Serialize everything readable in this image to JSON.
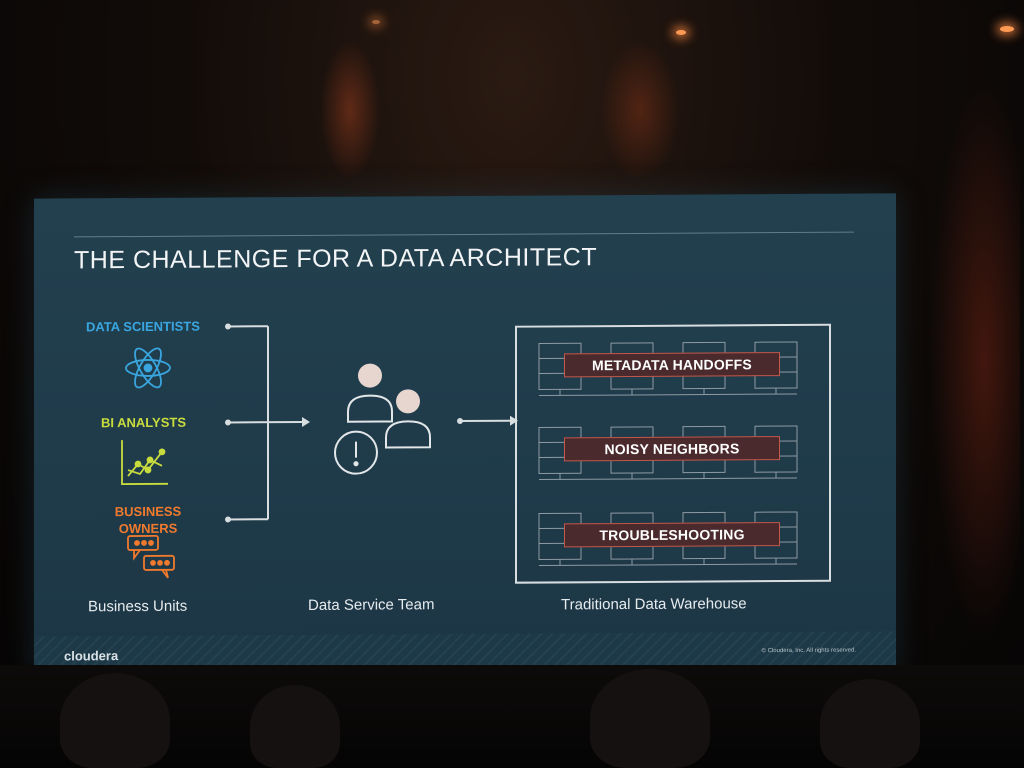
{
  "slide": {
    "title": "THE CHALLENGE FOR A DATA ARCHITECT",
    "groups": [
      {
        "label": "DATA SCIENTISTS",
        "icon": "atom-icon",
        "color": "#39a6e0"
      },
      {
        "label": "BI ANALYSTS",
        "icon": "line-chart-icon",
        "color": "#c9dc3e"
      },
      {
        "label": "BUSINESS OWNERS",
        "icon": "chat-bubbles-icon",
        "color": "#ef7a2e"
      }
    ],
    "columns": {
      "business_units": "Business Units",
      "data_service_team": "Data Service Team",
      "traditional_dw": "Traditional Data Warehouse"
    },
    "warehouse_issues": [
      "METADATA HANDOFFS",
      "NOISY NEIGHBORS",
      "TROUBLESHOOTING"
    ],
    "footer": {
      "brand": "cloudera",
      "copyright": "© Cloudera, Inc. All rights reserved."
    }
  },
  "colors": {
    "slide_background": "#23404f",
    "issue_bar": "#4a2a2c",
    "issue_border": "#c0584c"
  }
}
